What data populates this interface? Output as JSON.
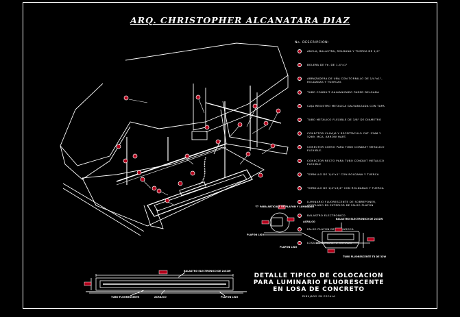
{
  "title": "ARQ. CHRISTOPHER ALCANATARA DIAZ",
  "legend": {
    "heading": "No.  DESCRIPCION:",
    "badge_color": "#b3001b",
    "items": [
      {
        "text": "ANCLA, BALASTRA, ROLDANA Y TUERCA DE 1/4\""
      },
      {
        "text": "BOLERA DE Fe. DE 1.4\"x1\""
      },
      {
        "text": "ABRAZADERA DE UÑA CON TORNILLO DE 1/4\"x1\", ROLDANAS Y TUERCAS"
      },
      {
        "text": "TUBO CONDUIT GALVANIZADO PARED DELGADA"
      },
      {
        "text": "CAJA REGISTRO METALICA GALVANIZADA CON TAPA"
      },
      {
        "text": "TUBO METALICO FLEXIBLE DE 3/8\" DE DIAMETRO"
      },
      {
        "text": "CONECTOR CLAVIJA Y RECEPTACULO CAT. 5266 Y 5269, MCA. ARROW HART."
      },
      {
        "text": "CONECTOR CURVO PARA TUBO CONDUIT METALICO FLEXIBLE."
      },
      {
        "text": "CONECTOR RECTO PARA TUBO CONDUIT METALICO FLEXIBLE"
      },
      {
        "text": "TORNILLO DE 1/4\"x1\" CON ROLDANA Y TUERCA"
      },
      {
        "text": "TORNILLO DE 1/4\"x3/4\" CON ROLDANAS Y TUERCA"
      },
      {
        "text": "LUMINARIO FLUORESCENTE DE SOBREPONER, ACOPLADO EN EXTERIOR DE FALSO PLAFON"
      },
      {
        "text": "BALASTRO ELECTRONICO"
      },
      {
        "text": "FALSO PLAFON DE TABLAROCA"
      },
      {
        "text": "LOSA DE CONCRETO ARMADO"
      }
    ]
  },
  "detail": {
    "label_fixture": "\"T\" PARA ARTICULA DE PLAFON Y LUMINARIO",
    "label_ballast_a": "BALASTRO ELECTRONICO DE 2x32W",
    "label_plafon_a": "PLAFON LISO",
    "label_plafon_b": "PLAFON LISO",
    "label_acrylic": "ACRILICO",
    "label_ballast_b": "BALASTRO ELECTRONICO DE 2x32W",
    "label_tube_right": "TUBO FLUORESCENTE T8 DE 32W",
    "label_tube_bottom": "TUBO FLUORESCENTE",
    "label_acrylic_bottom": "ACRILICO",
    "label_plafon_bottom": "PLAFON LISO",
    "label_ballast_bottom": "BALASTRO ELECTRONICO DE 2x32W"
  },
  "main_title": {
    "line1": "DETALLE TIPICO DE COLOCACION",
    "line2": "PARA LUMINARIO FLUORESCENTE",
    "line3": "EN LOSA DE CONCRETO",
    "sub": "DIBUJADO EN ESCALA"
  }
}
